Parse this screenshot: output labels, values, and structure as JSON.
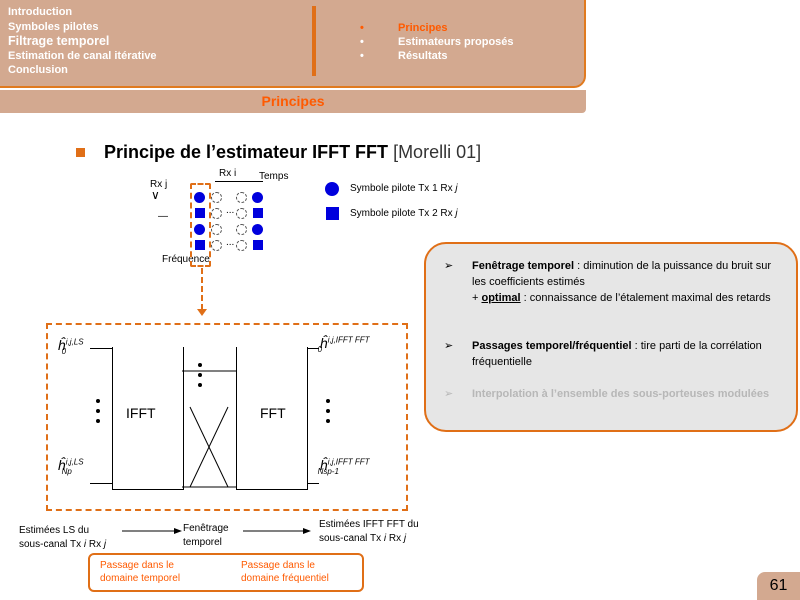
{
  "nav": {
    "sections": [
      "Introduction",
      "Symboles pilotes",
      "Filtrage temporel",
      "Estimation de canal itérative",
      "Conclusion"
    ],
    "active_section": 2,
    "subsections": [
      "Principes",
      "Estimateurs proposés",
      "Résultats"
    ],
    "active_subsection": 0,
    "bullet": "•"
  },
  "slide_title": "Principes",
  "heading": {
    "main": "Principe de l’estimateur IFFT FFT",
    "ref": "[Morelli 01]"
  },
  "grid": {
    "rx_label": "Rx i",
    "rx_j_label": "Rx j",
    "time_label": "Temps",
    "freq_label": "Fréquence",
    "dots": "...",
    "dash": "—"
  },
  "legend": {
    "circle_label": "Symbole pilote Tx 1 Rx ",
    "square_label": "Symbole pilote Tx 2 Rx ",
    "var_j": "j"
  },
  "note": {
    "arrow": "➢",
    "item1_bold": "Fenêtrage temporel",
    "item1_text": " : diminution de la puissance du bruit sur les coefficients estimés",
    "item1_plus": "+ ",
    "item1_optimal": "optimal",
    "item1_rest": " : connaissance de l’étalement maximal des retards",
    "item2_bold": "Passages temporel/fréquentiel",
    "item2_text": " : tire parti de la corrélation fréquentielle",
    "item3": "Interpolation à l’ensemble des sous-porteuses modulées"
  },
  "diagram": {
    "ifft": "IFFT",
    "fft": "FFT",
    "h_in_top": "ĥ",
    "h_in_top_sup": "i,j,LS",
    "h_in_top_sub": "0",
    "h_in_bot": "ĥ",
    "h_in_bot_sup": "i,j,LS",
    "h_in_bot_sub": "Np",
    "h_out_top": "ĥ",
    "h_out_top_sup": "i,j,IFFT FFT",
    "h_out_top_sub": "0",
    "h_out_bot": "ĥ",
    "h_out_bot_sup": "i,j,IFFT FFT",
    "h_out_bot_sub": "Nsp-1"
  },
  "flow": {
    "ls_line1": "Estimées LS du",
    "ls_line2": "sous-canal Tx ",
    "var_i": "i",
    "rx": " Rx ",
    "var_j": "j",
    "window_line1": "Fenêtrage",
    "window_line2": "temporel",
    "out_line1": "Estimées IFFT FFT du",
    "out_line2": "sous-canal Tx "
  },
  "bottom": {
    "left_line1": "Passage dans le",
    "left_line2": "domaine temporel",
    "right_line1": "Passage dans le",
    "right_line2": "domaine fréquentiel"
  },
  "page_number": "61",
  "colors": {
    "accent": "#e06f17",
    "nav_bg": "#d3a990",
    "active": "#ff5a00",
    "pilot": "#0000dd"
  }
}
